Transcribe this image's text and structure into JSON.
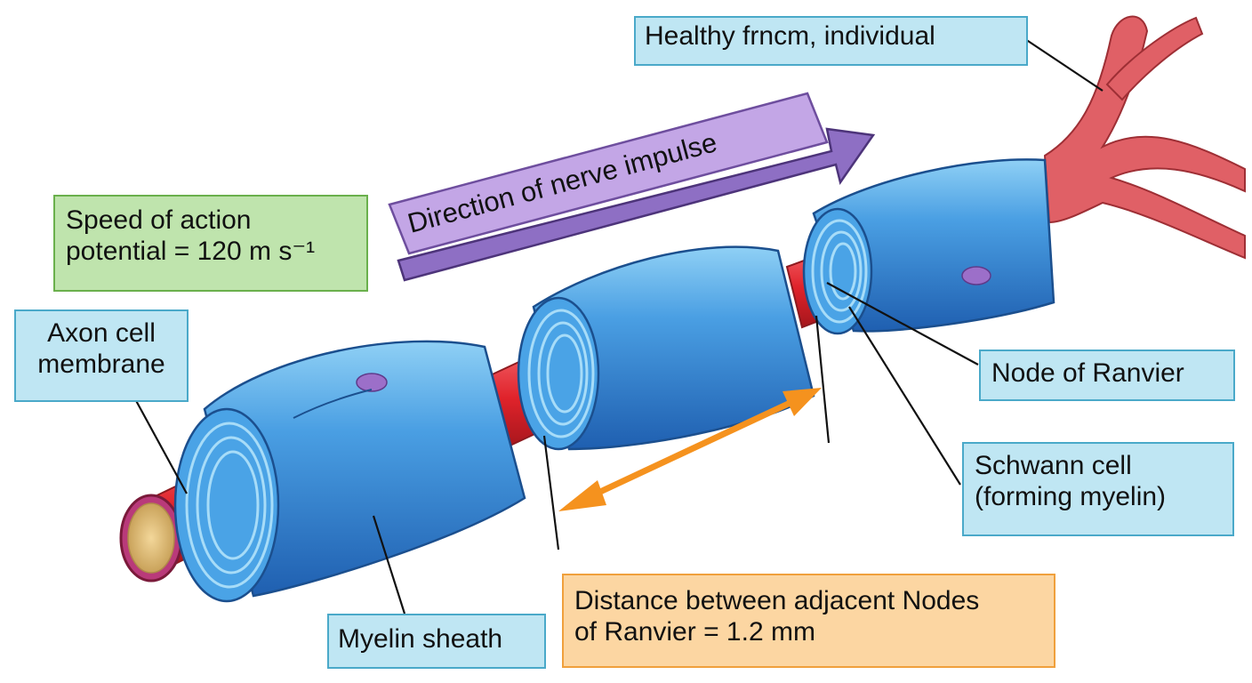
{
  "labels": {
    "healthy": "Healthy frncm, individual",
    "impulse": "Direction of nerve impulse",
    "speed": "Speed of action\npotential = 120 m s⁻¹",
    "axon_membrane": "Axon cell\nmembrane",
    "node": "Node of Ranvier",
    "schwann": "Schwann cell\n(forming myelin)",
    "myelin": "Myelin sheath",
    "distance": "Distance between adjacent Nodes\n  of Ranvier = 1.2 mm"
  },
  "colors": {
    "label_fill": "#bfe6f3",
    "label_border": "#4aa9c9",
    "speed_fill": "#bfe4ad",
    "distance_fill": "#fcd6a2",
    "myelin": "#3d8fd9",
    "axon": "#e4272d",
    "arrow_purple": "#a98bd1",
    "arrow_orange": "#f5921e"
  }
}
